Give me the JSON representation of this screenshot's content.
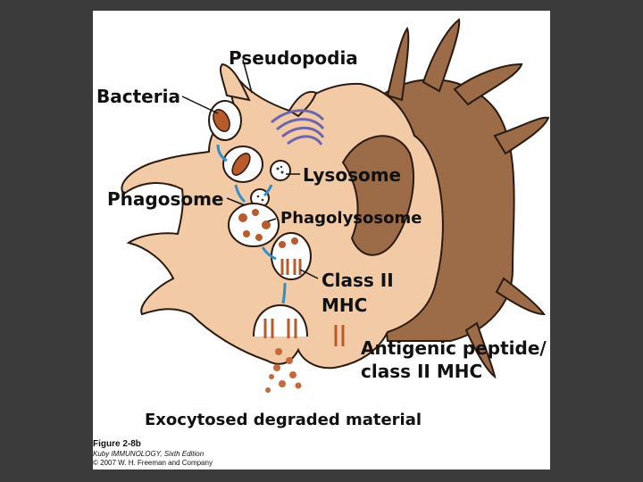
{
  "labels": {
    "pseudopodia": "Pseudopodia",
    "bacteria": "Bacteria",
    "lysosome": "Lysosome",
    "phagosome": "Phagosome",
    "phagolysosome": "Phagolysosome",
    "class_ii_line1": "Class II",
    "class_ii_line2": "MHC",
    "antigenic_line1": "Antigenic peptide/",
    "antigenic_line2": "class II MHC",
    "exocytosed": "Exocytosed degraded material"
  },
  "caption": {
    "figure": "Figure 2-8b",
    "book": "Kuby IMMUNOLOGY, Sixth Edition",
    "copyright": "© 2007 W. H. Freeman and Company"
  },
  "colors": {
    "background": "#3b3b3b",
    "panel": "#ffffff",
    "cell_body": "#f3caa6",
    "nucleus": "#9c6b47",
    "bacteria": "#b85a2b",
    "golgi": "#a6a0d6",
    "arrow": "#2f8fc8"
  }
}
